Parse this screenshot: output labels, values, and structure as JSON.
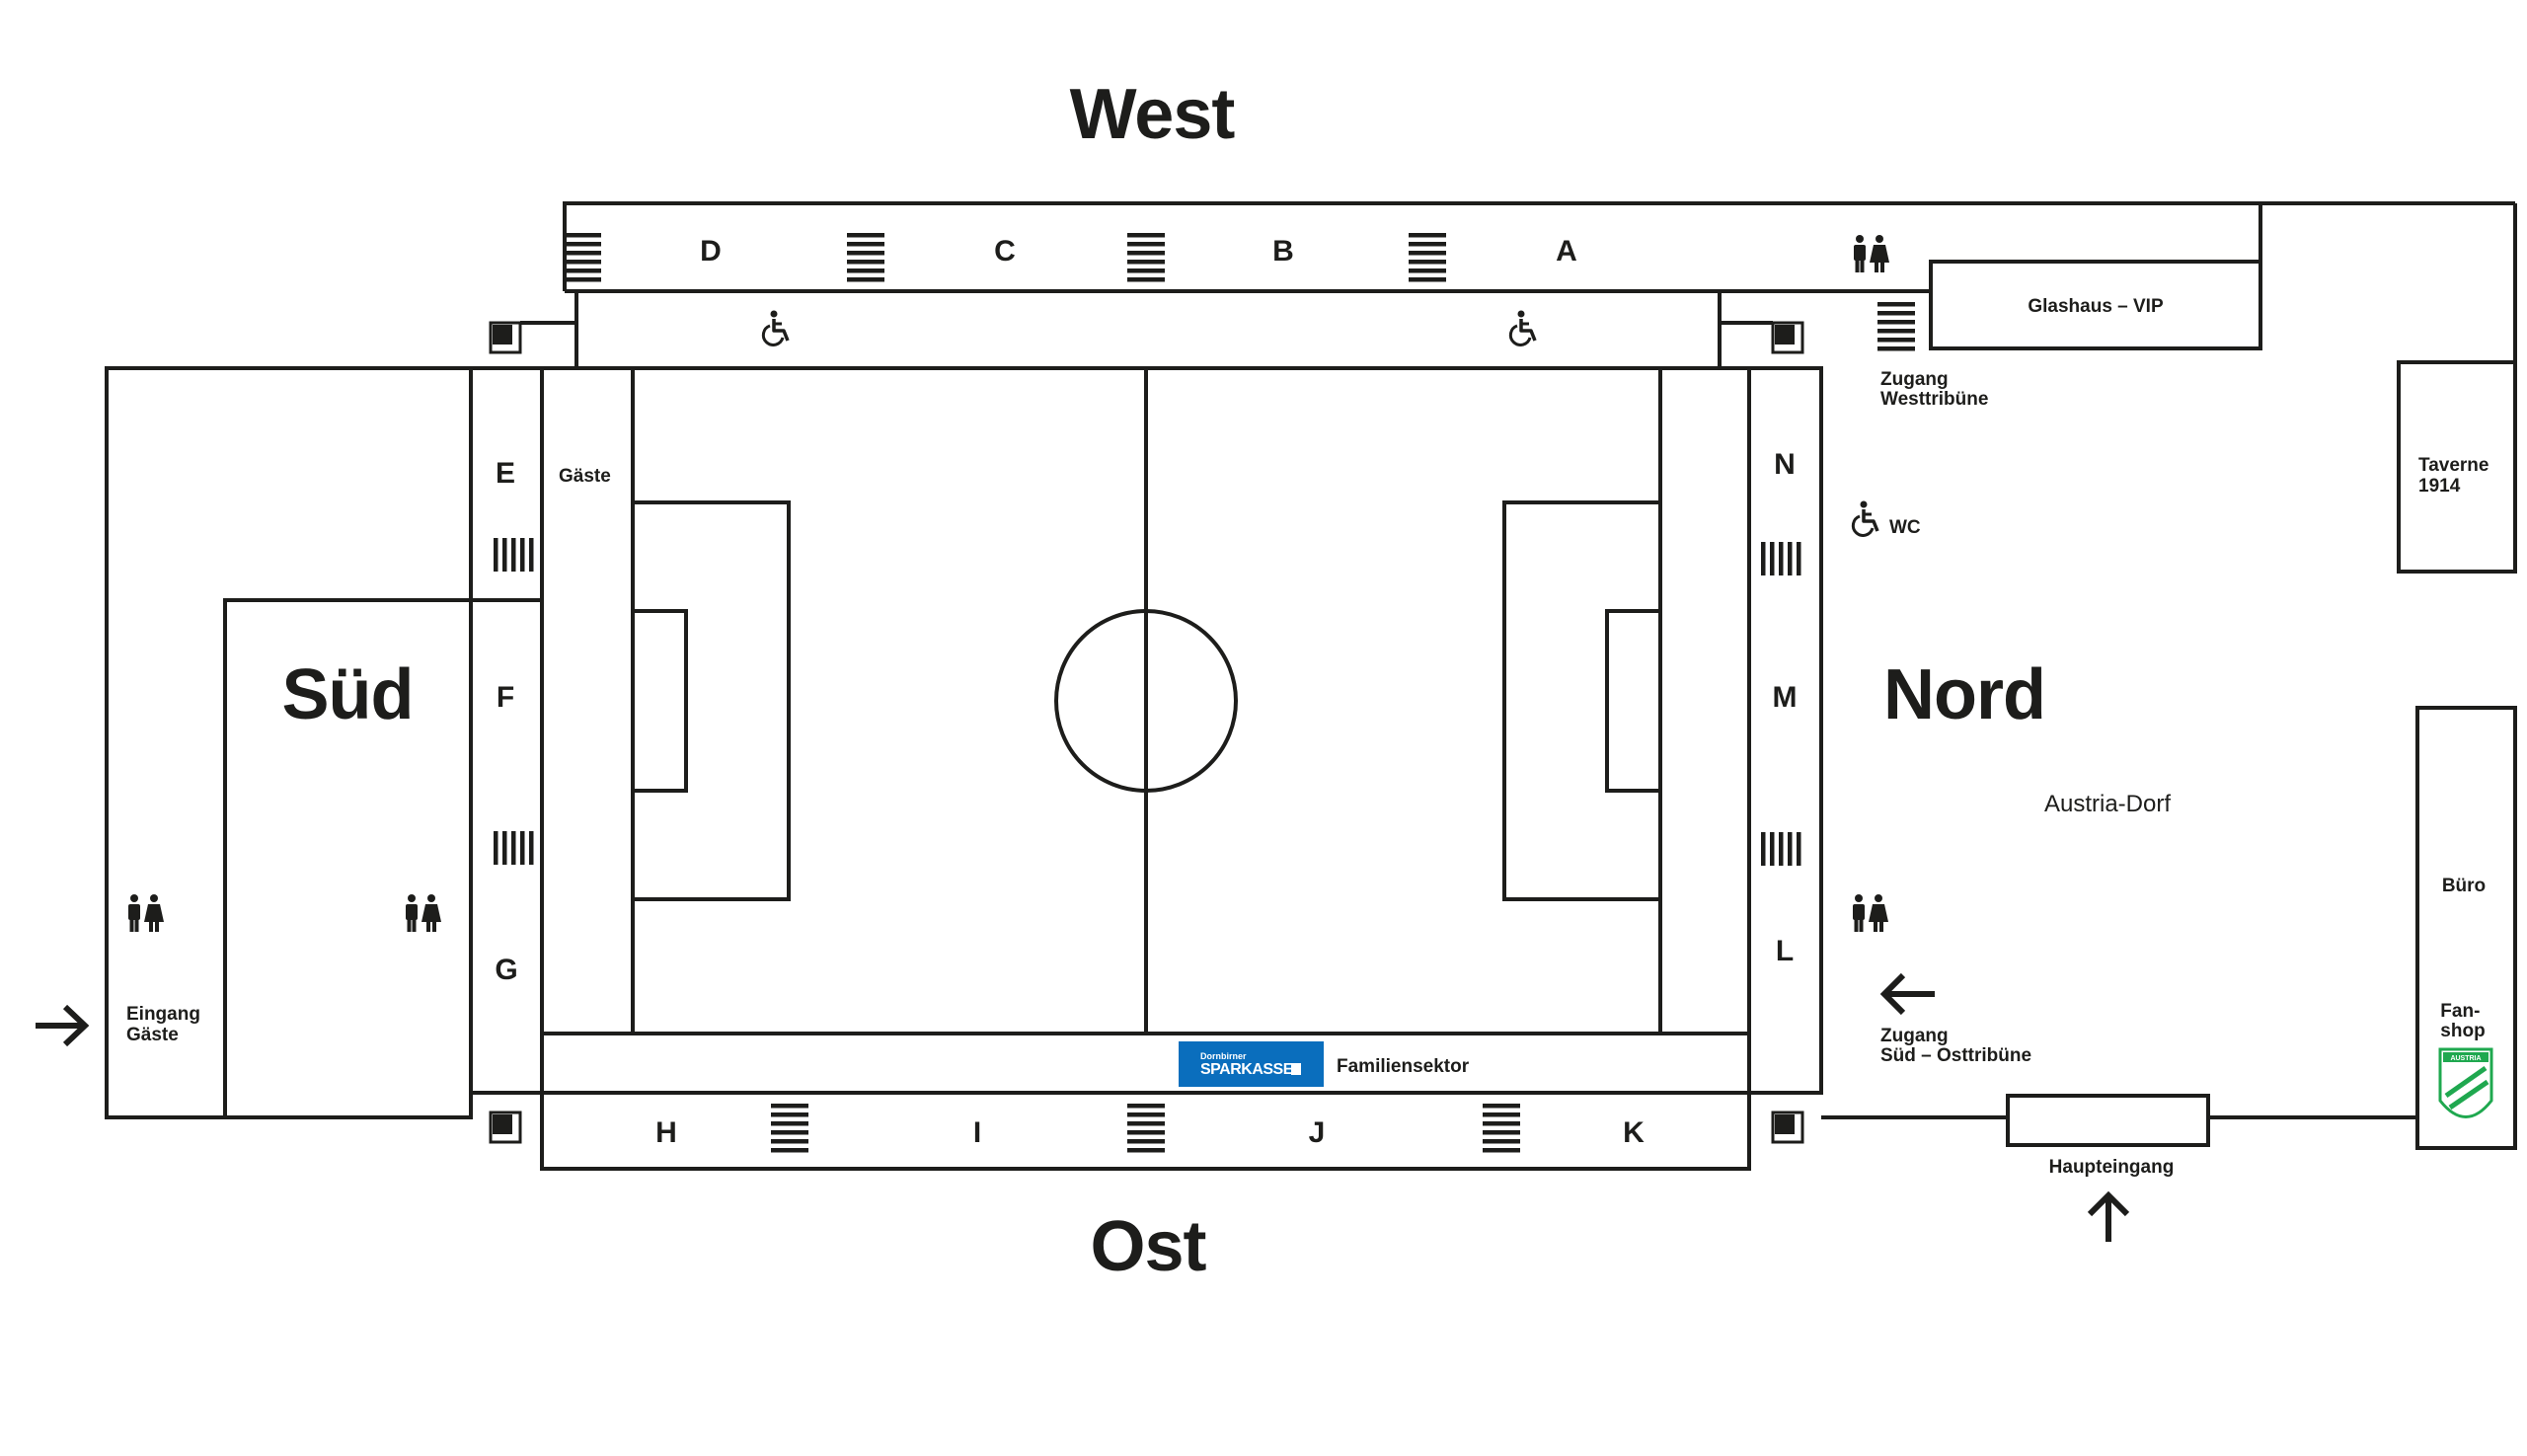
{
  "directions": {
    "west": "West",
    "ost": "Ost",
    "sued": "Süd",
    "nord": "Nord"
  },
  "sectors": {
    "a": "A",
    "b": "B",
    "c": "C",
    "d": "D",
    "e": "E",
    "f": "F",
    "g": "G",
    "h": "H",
    "i": "I",
    "j": "J",
    "k": "K",
    "l": "L",
    "m": "M",
    "n": "N"
  },
  "labels": {
    "gaeste": "Gäste",
    "glashaus": "Glashaus – VIP",
    "zugang_west": [
      "Zugang",
      "Westtribüne"
    ],
    "wc": "WC",
    "taverne": [
      "Taverne",
      "1914"
    ],
    "austria_dorf": "Austria-Dorf",
    "buero": "Büro",
    "fanshop": [
      "Fan-",
      "shop"
    ],
    "zugang_sued_ost": [
      "Zugang",
      "Süd – Osttribüne"
    ],
    "haupteingang": "Haupteingang",
    "eingang_gaeste": [
      "Eingang",
      "Gäste"
    ],
    "familiensektor": "Familiensektor"
  },
  "sponsor": {
    "line1": "Dornbirner",
    "line2": "SPARKASSE",
    "color": "#0a6ebd"
  },
  "fanshop_logo": {
    "text": "AUSTRIA",
    "color": "#1fa84f"
  },
  "colors": {
    "ink": "#1d1d1b",
    "background": "#ffffff"
  },
  "icons": [
    "toilets-icon",
    "wheelchair-icon",
    "stairs-icon",
    "arrow-icon",
    "corner-block"
  ]
}
